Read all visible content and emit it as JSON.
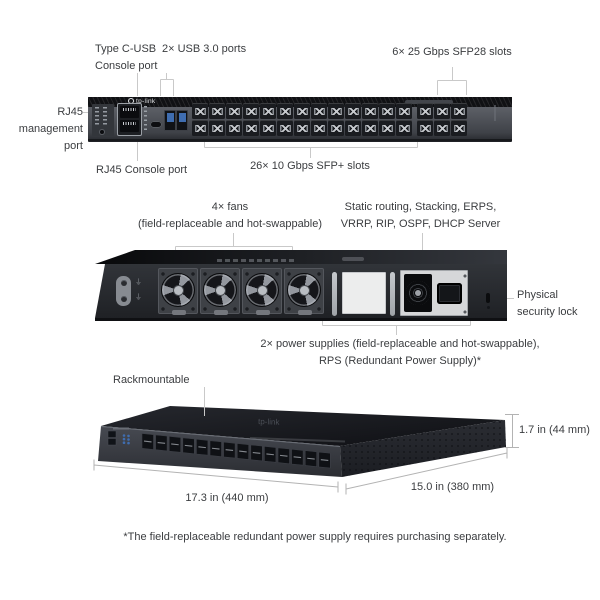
{
  "brand": {
    "logo_text": "tp-link"
  },
  "labels": {
    "type_c_line1": "Type C-USB",
    "type_c_line2": "Console port",
    "usb30": "2× USB 3.0 ports",
    "sfp28": "6× 25 Gbps SFP28 slots",
    "rj45_mgmt_line1": "RJ45",
    "rj45_mgmt_line2": "management port",
    "rj45_console": "RJ45 Console port",
    "sfp_plus": "26× 10 Gbps SFP+ slots",
    "fans_line1": "4× fans",
    "fans_line2": "(field-replaceable and hot-swappable)",
    "features_line1": "Static routing, Stacking, ERPS,",
    "features_line2": "VRRP, RIP, OSPF, DHCP Server",
    "lock_line1": "Physical",
    "lock_line2": "security lock",
    "psu_line1": "2× power supplies (field-replaceable and hot-swappable),",
    "psu_line2": "RPS (Redundant Power Supply)*",
    "rackmountable": "Rackmountable",
    "dim_height": "1.7 in (44 mm)",
    "dim_width": "17.3 in (440 mm)",
    "dim_depth": "15.0 in (380 mm)",
    "footnote": "*The field-replaceable redundant power supply requires purchasing separately."
  },
  "front_panel": {
    "sfp_plus_columns": 13,
    "sfp28_columns": 3,
    "rows": 2,
    "usb_ports": 2,
    "rj45_ports": 2
  },
  "rear_panel": {
    "fan_count": 4,
    "ground_icon": "⏚"
  },
  "iso_view": {
    "port_cells": 14,
    "usb_led_dots": 6
  },
  "colors": {
    "chassis_dark": "#1b1d22",
    "faceplate_gray": "#4a4d54",
    "usb_port_blue": "#3f6db0",
    "label_text": "#3a3c3f",
    "leader_line": "#c9c9c9",
    "psu_silver": "#d6d7d9",
    "blank_plate": "#eceded"
  }
}
